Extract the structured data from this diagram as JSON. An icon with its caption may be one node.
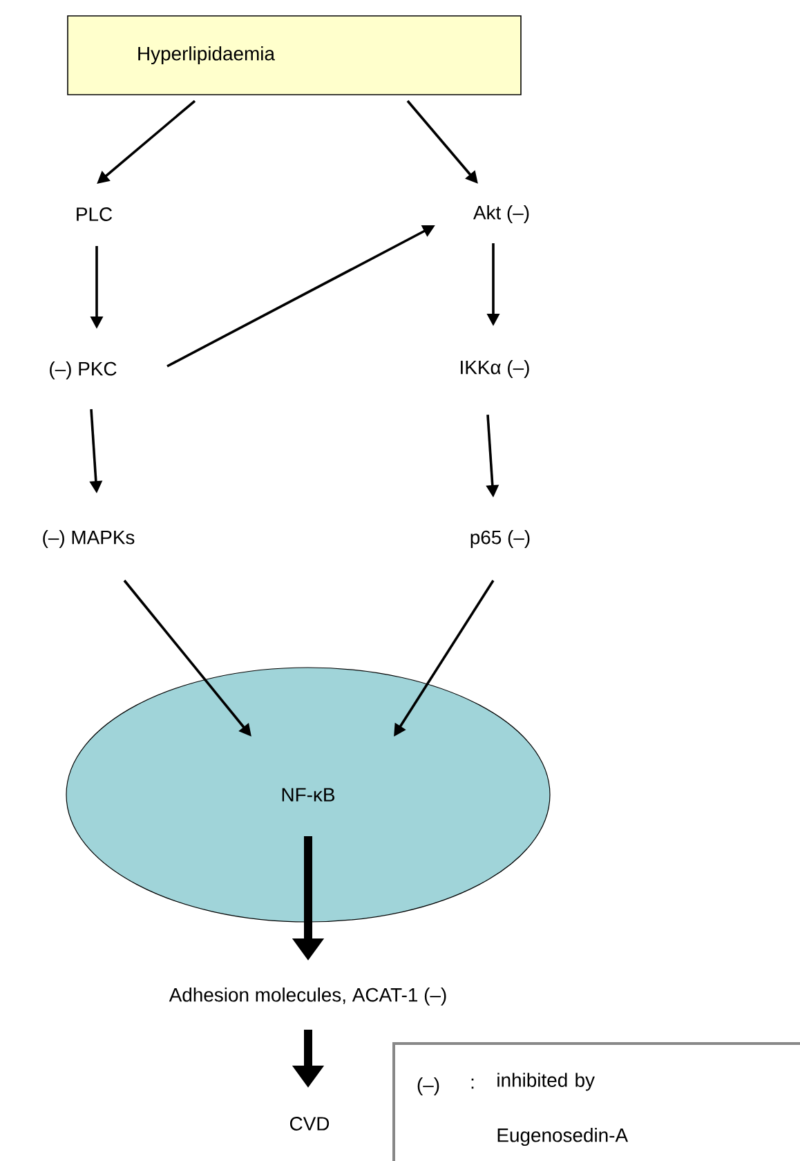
{
  "diagram": {
    "nodes": [
      {
        "text": [
          "Hyperlipidaemia"
        ]
      },
      {
        "text": [
          "PLC"
        ]
      },
      {
        "text": [
          "Akt (–)"
        ]
      },
      {
        "text": [
          "(–) PKC"
        ]
      },
      {
        "text": [
          "IKKα (–)"
        ]
      },
      {
        "text": [
          "(–) MAPKs"
        ]
      },
      {
        "text": [
          "p65 (–)"
        ]
      },
      {
        "text": [
          "NF-κB"
        ]
      },
      {
        "text": [
          "Adhesion molecules,  ACAT-1 (–)"
        ]
      },
      {
        "text": [
          "CVD"
        ]
      },
      {
        "text": [
          "(–)",
          ":",
          "inhibited by Eugenosedin-A"
        ]
      }
    ],
    "edges": [
      {
        "from": 0,
        "to": 1,
        "arrow": "to"
      },
      {
        "from": 0,
        "to": 2,
        "arrow": "to"
      },
      {
        "from": 1,
        "to": 3,
        "arrow": "to"
      },
      {
        "from": 3,
        "to": 2,
        "arrow": "to"
      },
      {
        "from": 2,
        "to": 4,
        "arrow": "to"
      },
      {
        "from": 3,
        "to": 5,
        "arrow": "to"
      },
      {
        "from": 4,
        "to": 6,
        "arrow": "to"
      },
      {
        "from": 5,
        "to": 7,
        "arrow": "to"
      },
      {
        "from": 6,
        "to": 7,
        "arrow": "to"
      },
      {
        "from": 7,
        "to": 8,
        "arrow": "to",
        "style": "thick"
      },
      {
        "from": 8,
        "to": 9,
        "arrow": "to",
        "style": "thick"
      }
    ]
  }
}
